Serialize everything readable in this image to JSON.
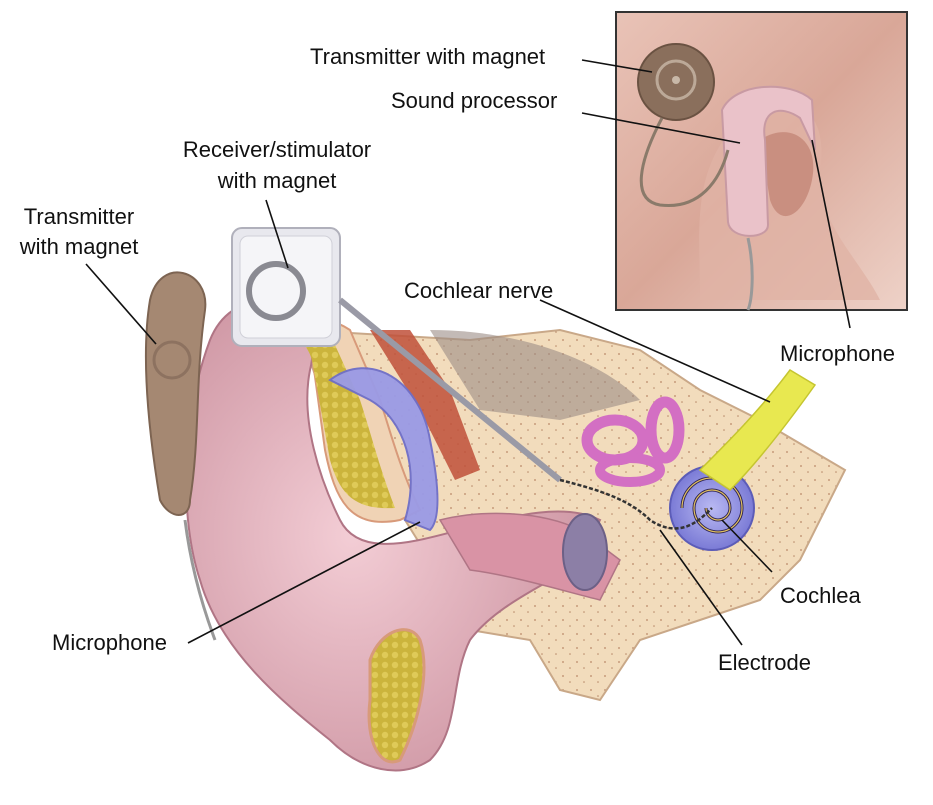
{
  "labels": {
    "inset_transmitter": "Transmitter with magnet",
    "inset_sound_processor": "Sound processor",
    "inset_microphone": "Microphone",
    "receiver_line1": "Receiver/stimulator",
    "receiver_line2": "with magnet",
    "transmitter_line1": "Transmitter",
    "transmitter_line2": "with magnet",
    "cochlear_nerve": "Cochlear nerve",
    "microphone": "Microphone",
    "cochlea": "Cochlea",
    "electrode": "Electrode"
  },
  "colors": {
    "skin": "#e9b4bf",
    "skin_dark": "#c98a98",
    "bone": "#f1d9b6",
    "fat": "#c9b33a",
    "nerve": "#e8e850",
    "cochlea": "#7f7fd8",
    "canals": "#d070c0",
    "device": "#8a6f5c",
    "leader": "#111111"
  }
}
